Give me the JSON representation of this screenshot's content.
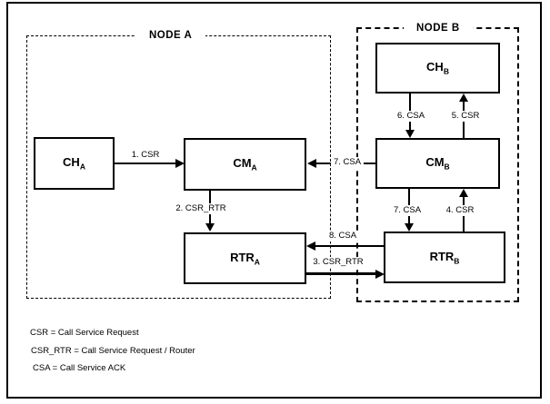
{
  "node_a": {
    "label": "NODE A"
  },
  "node_b": {
    "label": "NODE B"
  },
  "boxes": {
    "ch_a": {
      "base": "CH",
      "sub": "A"
    },
    "cm_a": {
      "base": "CM",
      "sub": "A"
    },
    "rtr_a": {
      "base": "RTR",
      "sub": "A"
    },
    "ch_b": {
      "base": "CH",
      "sub": "B"
    },
    "cm_b": {
      "base": "CM",
      "sub": "B"
    },
    "rtr_b": {
      "base": "RTR",
      "sub": "B"
    }
  },
  "arrows": {
    "step1": {
      "label": "1. CSR",
      "from": "CH_A",
      "to": "CM_A",
      "direction": "right"
    },
    "step2": {
      "label": "2. CSR_RTR",
      "from": "CM_A",
      "to": "RTR_A",
      "direction": "down"
    },
    "step3": {
      "label": "3. CSR_RTR",
      "from": "RTR_A",
      "to": "RTR_B",
      "direction": "right"
    },
    "step4": {
      "label": "4. CSR",
      "from": "RTR_B",
      "to": "CM_B",
      "direction": "up"
    },
    "step5": {
      "label": "5. CSR",
      "from": "CM_B",
      "to": "CH_B",
      "direction": "up"
    },
    "step6": {
      "label": "6. CSA",
      "from": "CH_B",
      "to": "CM_B",
      "direction": "down"
    },
    "step7_down": {
      "label": "7. CSA",
      "from": "CM_B",
      "to": "RTR_B",
      "direction": "down"
    },
    "step7_left": {
      "label": "7. CSA",
      "from": "CM_B",
      "to": "CM_A",
      "direction": "left"
    },
    "step8": {
      "label": "8. CSA",
      "from": "RTR_B",
      "to": "RTR_A",
      "direction": "left"
    }
  },
  "legend": {
    "lines": [
      "CSR = Call Service Request",
      "CSR_RTR = Call Service Request / Router",
      "CSA = Call Service ACK"
    ]
  },
  "colors": {
    "ink": "#000000",
    "background": "#ffffff"
  }
}
